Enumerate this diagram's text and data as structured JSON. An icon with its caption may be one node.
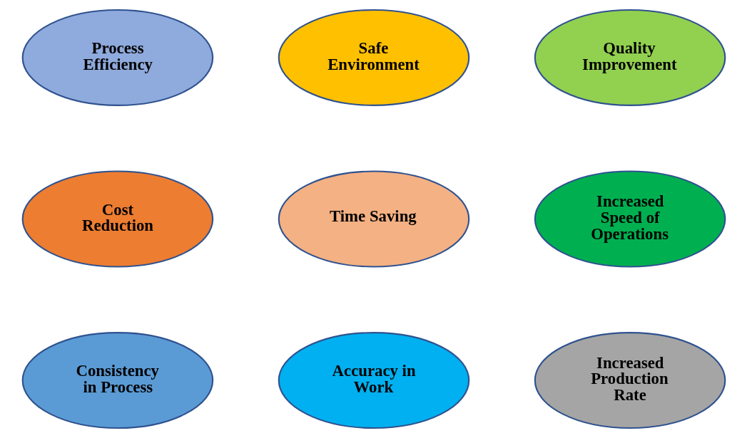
{
  "diagram": {
    "nodes": [
      {
        "text": [
          "Process Efficiency"
        ]
      },
      {
        "text": [
          "Safe Environment"
        ]
      },
      {
        "text": [
          "Quality Improvement"
        ]
      },
      {
        "text": [
          "Cost Reduction"
        ]
      },
      {
        "text": [
          "Time Saving"
        ]
      },
      {
        "text": [
          "Increased Speed of Operations"
        ]
      },
      {
        "text": [
          "Consistency in Process"
        ]
      },
      {
        "text": [
          "Accuracy in Work"
        ]
      },
      {
        "text": [
          "Increased Production Rate"
        ]
      }
    ],
    "edges": []
  }
}
